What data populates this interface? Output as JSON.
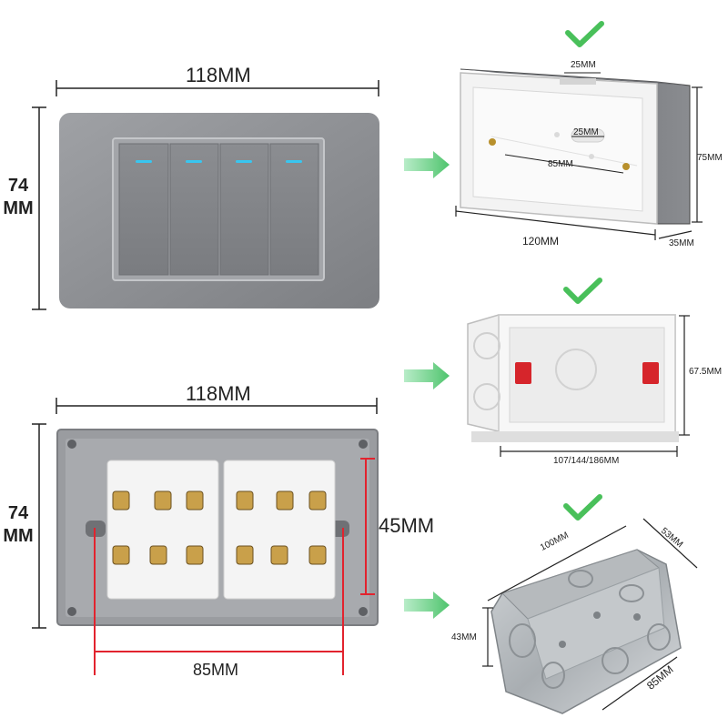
{
  "colors": {
    "plate": "#8e9094",
    "plate_dark": "#6f7175",
    "led": "#39c6f0",
    "arrow": "#5cc97a",
    "check": "#49c05a",
    "red_dim": "#e2232e"
  },
  "switch_panel": {
    "width_label": "118MM",
    "height_label_top": "74",
    "height_label_bottom": "MM"
  },
  "socket_panel": {
    "width_label": "118MM",
    "height_label_top": "74",
    "height_label_bottom": "MM",
    "inner_height_label": "45MM",
    "inner_width_label": "85MM"
  },
  "box_gray": {
    "top_slot": "25MM",
    "center_slot": "25MM",
    "screw_spacing": "85MM",
    "height": "75MM",
    "length": "120MM",
    "depth": "35MM"
  },
  "box_white": {
    "height": "67.5MM",
    "length": "107/144/186MM"
  },
  "box_metal": {
    "length": "100MM",
    "width": "53MM",
    "height": "43MM",
    "screw_spacing": "85MM"
  }
}
